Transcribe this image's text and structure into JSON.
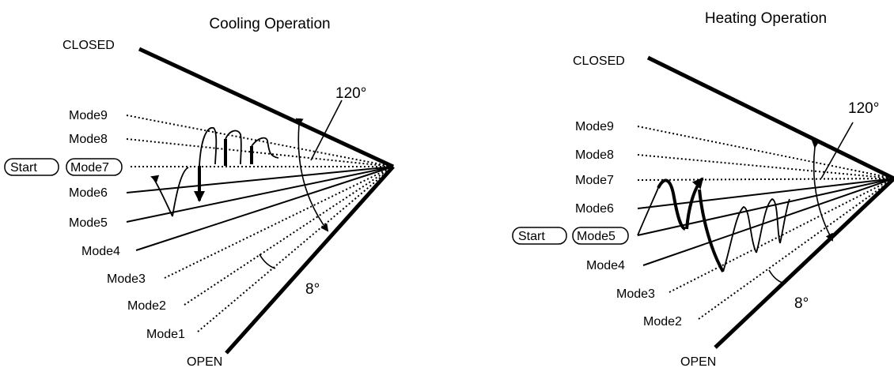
{
  "cooling": {
    "title": "Cooling Operation",
    "closed": "CLOSED",
    "open": "OPEN",
    "angle_large": "120°",
    "angle_small": "8°",
    "start": "Start",
    "modes": [
      "Mode9",
      "Mode8",
      "Mode7",
      "Mode6",
      "Mode5",
      "Mode4",
      "Mode3",
      "Mode2",
      "Mode1"
    ]
  },
  "heating": {
    "title": "Heating Operation",
    "closed": "CLOSED",
    "open": "OPEN",
    "angle_large": "120°",
    "angle_small": "8°",
    "start": "Start",
    "modes": [
      "Mode9",
      "Mode8",
      "Mode7",
      "Mode6",
      "Mode5",
      "Mode4",
      "Mode3",
      "Mode2"
    ]
  }
}
